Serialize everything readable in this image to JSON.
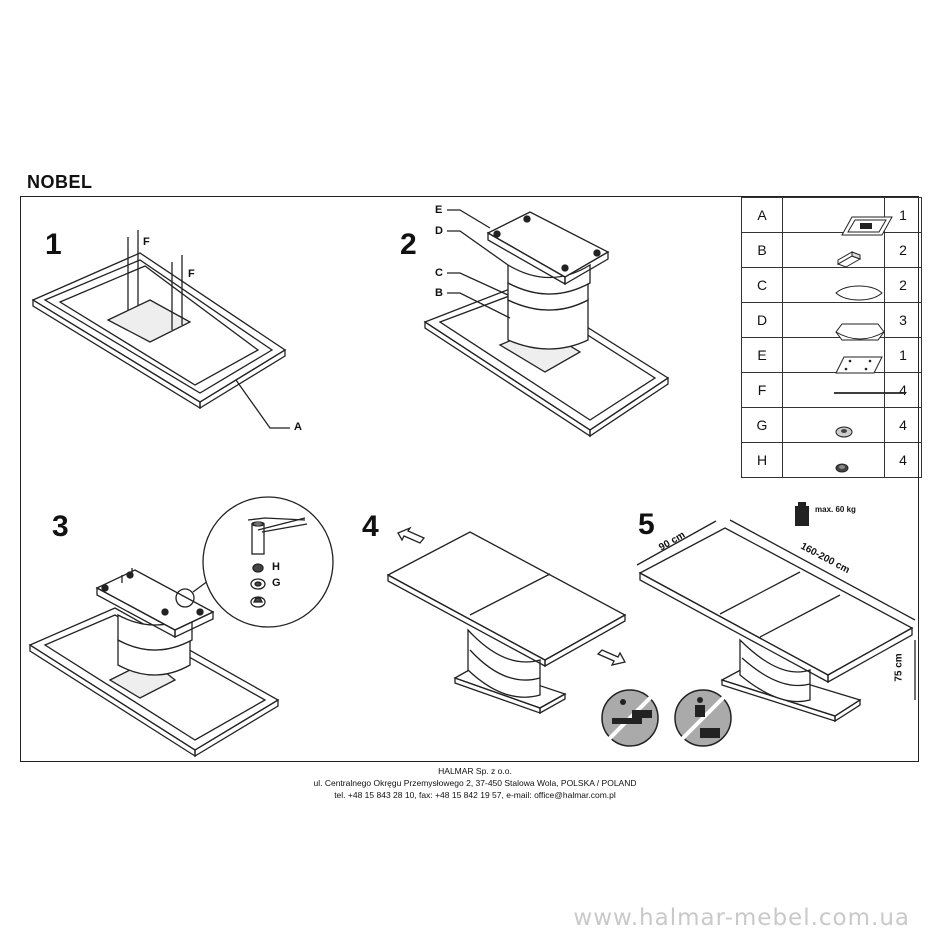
{
  "title": "NOBEL",
  "steps": [
    "1",
    "2",
    "3",
    "4",
    "5"
  ],
  "part_labels": {
    "A": "A",
    "B": "B",
    "C": "C",
    "D": "D",
    "E": "E",
    "F": "F",
    "G": "G",
    "H": "H"
  },
  "parts": [
    {
      "letter": "A",
      "qty": "1",
      "icon": "table-frame-icon"
    },
    {
      "letter": "B",
      "qty": "2",
      "icon": "block-icon"
    },
    {
      "letter": "C",
      "qty": "2",
      "icon": "oval-plate-icon"
    },
    {
      "letter": "D",
      "qty": "3",
      "icon": "octagon-plate-icon"
    },
    {
      "letter": "E",
      "qty": "1",
      "icon": "mounting-plate-icon"
    },
    {
      "letter": "F",
      "qty": "4",
      "icon": "rod-icon"
    },
    {
      "letter": "G",
      "qty": "4",
      "icon": "washer-icon"
    },
    {
      "letter": "H",
      "qty": "4",
      "icon": "nut-icon"
    }
  ],
  "max_load": "max. 60 kg",
  "dimensions": {
    "depth": "90 cm",
    "length": "160-200 cm",
    "height": "75 cm"
  },
  "footer": {
    "company": "HALMAR Sp. z o.o.",
    "address": "ul. Centralnego Okręgu Przemysłowego 2, 37-450 Stalowa Wola, POLSKA / POLAND",
    "contact": "tel. +48 15 843 28 10, fax: +48 15 842 19 57, e-mail: office@halmar.com.pl"
  },
  "watermark": "www.halmar-mebel.com.ua"
}
